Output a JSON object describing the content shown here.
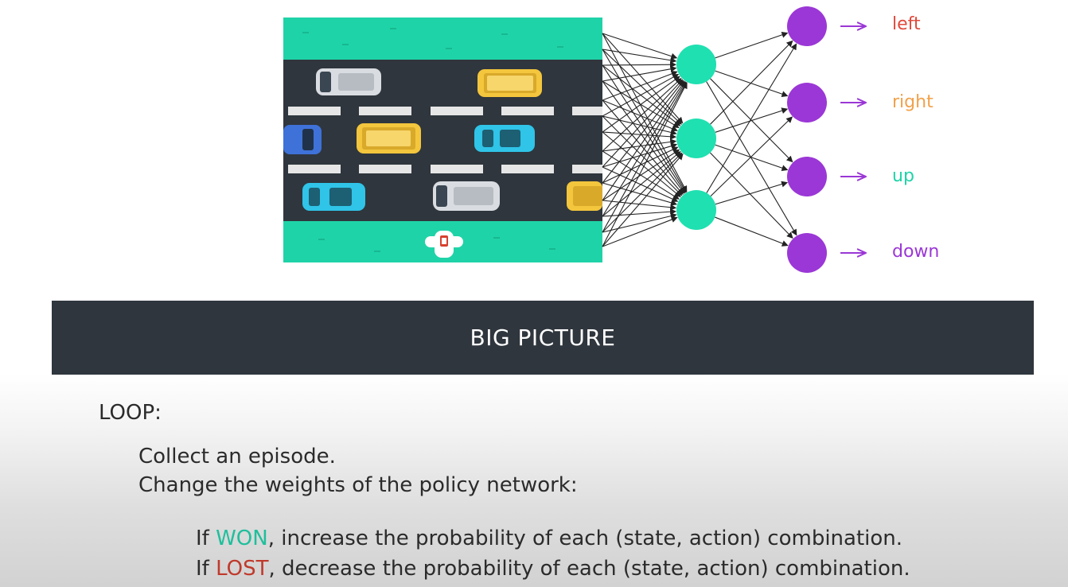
{
  "actions": [
    {
      "label": "left",
      "color": "#e04a3c"
    },
    {
      "label": "right",
      "color": "#f2a14a"
    },
    {
      "label": "up",
      "color": "#1fd3a8"
    },
    {
      "label": "down",
      "color": "#9b37d6"
    }
  ],
  "icons": {
    "arrow": "right-arrow-icon",
    "player": "frog-player-icon",
    "car": "car-icon"
  },
  "banner": {
    "title": "BIG PICTURE"
  },
  "algorithm": {
    "loop_label": "LOOP:",
    "step1": "Collect an episode.",
    "step2": "Change the weights of the policy network:",
    "rule_prefix": "If",
    "won_word": "WON",
    "won_rest": ", increase the probability of each (state, action) combination.",
    "lost_word": "LOST",
    "lost_rest": ", decrease the probability of each (state, action) combination."
  },
  "colors": {
    "grass": "#1fd3a8",
    "road": "#2f363d",
    "hidden_node": "#1fe0b0",
    "output_node": "#9b37d6",
    "won": "#1fbf9c",
    "lost": "#c0392b"
  }
}
